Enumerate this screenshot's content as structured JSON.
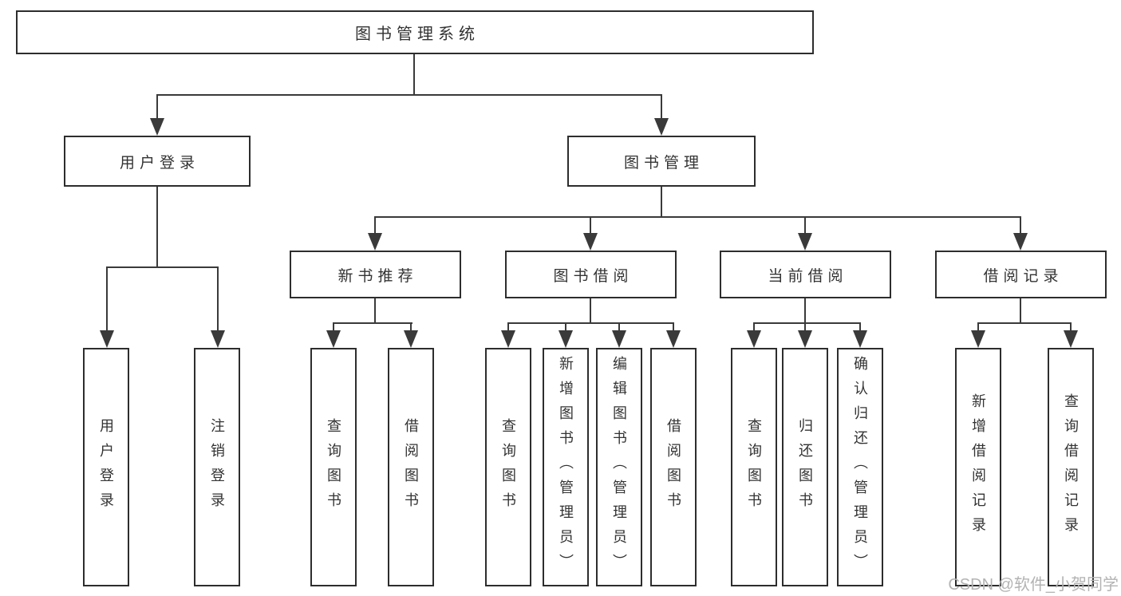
{
  "diagram": {
    "root": {
      "label": "图书管理系统"
    },
    "level2": [
      {
        "label": "用户登录"
      },
      {
        "label": "图书管理"
      }
    ],
    "level3": [
      {
        "label": "新书推荐"
      },
      {
        "label": "图书借阅"
      },
      {
        "label": "当前借阅"
      },
      {
        "label": "借阅记录"
      }
    ],
    "leaves": {
      "user_login": [
        "用户登录",
        "注销登录"
      ],
      "new_book_recommendation": [
        "查询图书",
        "借阅图书"
      ],
      "book_borrowing": [
        "查询图书",
        "新增图书（管理员）",
        "编辑图书（管理员）",
        "借阅图书"
      ],
      "current_borrowing": [
        "查询图书",
        "归还图书",
        "确认归还（管理员）"
      ],
      "borrowing_records": [
        "新增借阅记录",
        "查询借阅记录"
      ]
    }
  },
  "watermark": {
    "text": "CSDN @软件_小贺同学"
  },
  "colors": {
    "line": "#3a3a3a",
    "box_border": "#2d2d2d",
    "text": "#333333",
    "watermark": "#b3b3b3",
    "background": "#ffffff"
  }
}
